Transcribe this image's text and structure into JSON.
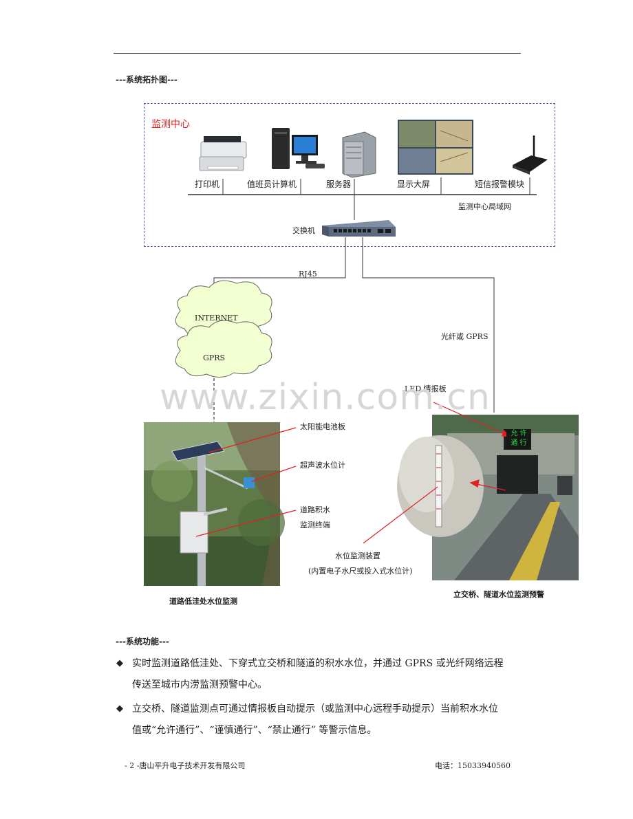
{
  "topology": {
    "heading": "---系统拓扑图---",
    "center_title": "监测中心",
    "devices": [
      {
        "label": "打印机",
        "icon": "printer-icon"
      },
      {
        "label": "值班员计算机",
        "icon": "desktop-computer-icon"
      },
      {
        "label": "服务器",
        "icon": "server-icon"
      },
      {
        "label": "显示大屏",
        "icon": "video-wall-icon"
      },
      {
        "label": "短信报警模块",
        "icon": "sms-modem-icon"
      }
    ],
    "lan_label": "监测中心局域网",
    "switch_label": "交换机",
    "rj45_label": "RJ45",
    "cloud_internet": "INTERNET",
    "cloud_gprs": "GPRS",
    "fiber_label": "光纤或 GPRS",
    "led_label": "LED 情报板",
    "solar_label": "太阳能电池板",
    "ultrasonic_label": "超声波水位计",
    "terminal_label_1": "道路积水",
    "terminal_label_2": "监测终端",
    "device_label_1": "水位监测装置",
    "device_label_2": "(内置电子水尺或投入式水位计)",
    "led_sign_line1": "允 许",
    "led_sign_line2": "通 行",
    "caption_left": "道路低洼处水位监测",
    "caption_right": "立交桥、隧道水位监测预警"
  },
  "functions": {
    "heading": "---系统功能---",
    "bullet_symbol": "◆",
    "items": [
      {
        "line1": "实时监测道路低洼处、下穿式立交桥和隧道的积水水位，并通过 GPRS 或光纤网络远程",
        "line2": "传送至城市内涝监测预警中心。"
      },
      {
        "line1": "立交桥、隧道监测点可通过情报板自动提示（或监测中心远程手动提示）当前积水水位",
        "line2": "值或“允许通行”、“谨慎通行”、“禁止通行” 等警示信息。"
      }
    ]
  },
  "footer": {
    "left": "- 2 -唐山平升电子技术开发有限公司",
    "right": "电话：15033940560"
  },
  "watermark": "www.zixin.com.cn",
  "colors": {
    "accent_red": "#e02020",
    "dash_border": "#5a5aa8",
    "cloud_green": "#f2ffd0",
    "led_green": "#2fdc4a"
  }
}
